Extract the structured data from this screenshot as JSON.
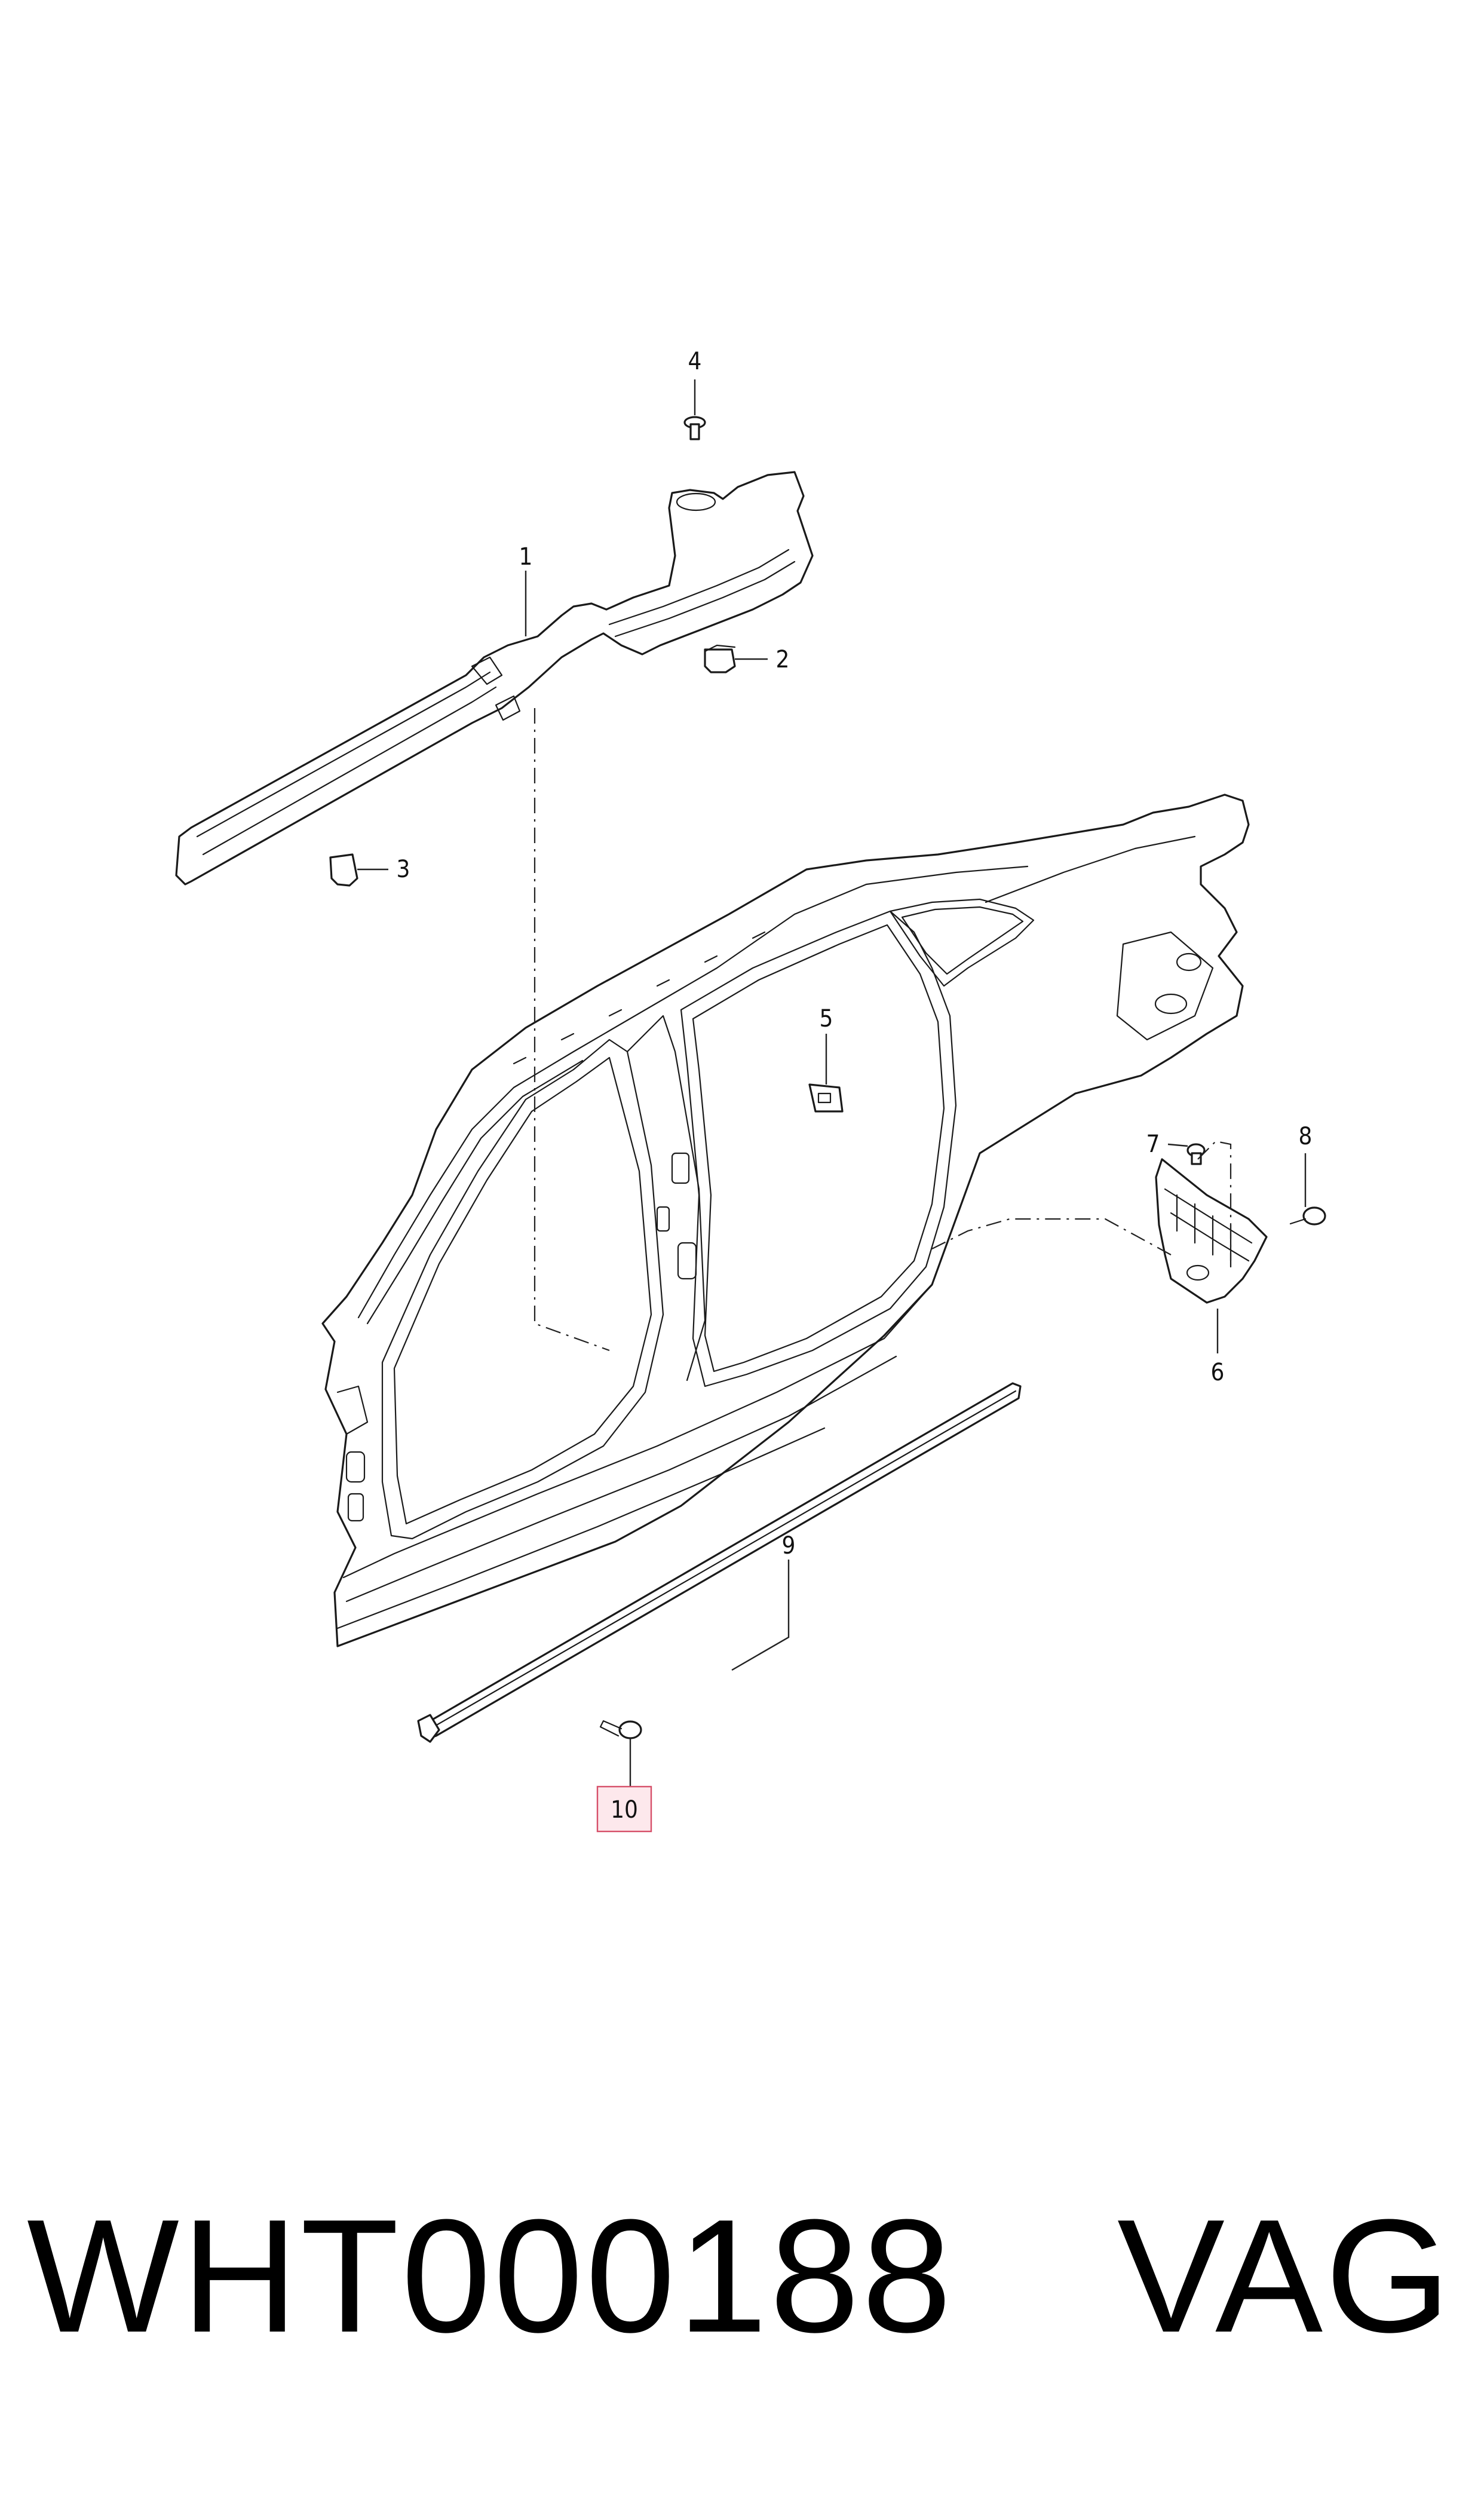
{
  "diagram": {
    "callouts": [
      {
        "id": "1",
        "label": "1",
        "highlighted": false
      },
      {
        "id": "2",
        "label": "2",
        "highlighted": false
      },
      {
        "id": "3",
        "label": "3",
        "highlighted": false
      },
      {
        "id": "4",
        "label": "4",
        "highlighted": false
      },
      {
        "id": "5",
        "label": "5",
        "highlighted": false
      },
      {
        "id": "6",
        "label": "6",
        "highlighted": false
      },
      {
        "id": "7",
        "label": "7",
        "highlighted": false
      },
      {
        "id": "8",
        "label": "8",
        "highlighted": false
      },
      {
        "id": "9",
        "label": "9",
        "highlighted": false
      },
      {
        "id": "10",
        "label": "10",
        "highlighted": true
      }
    ],
    "highlight_color": "#d6506a"
  },
  "footer": {
    "part_number": "WHT000188",
    "brand": "VAG"
  }
}
